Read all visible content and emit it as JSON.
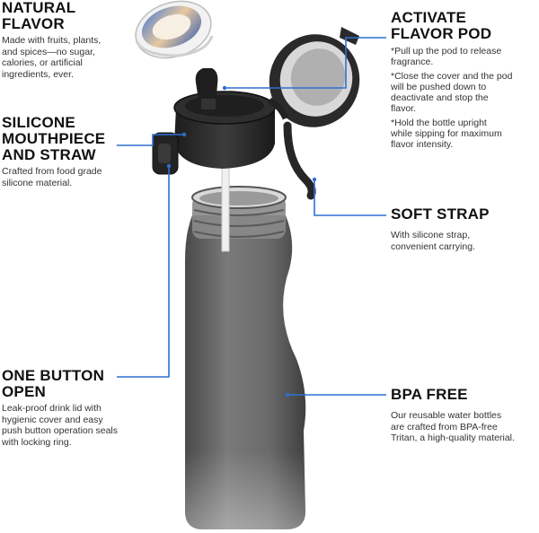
{
  "features": {
    "natural_flavor": {
      "title": "NATURAL\nFLAVOR",
      "description": "Made with fruits, plants,\nand spices—no sugar,\ncalories, or artificial\ningredients, ever."
    },
    "activate_pod": {
      "title": "ACTIVATE\nFLAVOR POD",
      "notes": [
        "*Pull up the pod to release\nfragrance.",
        "*Close the cover and the pod\nwill be pushed down to\ndeactivate and stop the\nflavor.",
        "*Hold the bottle upright\nwhile sipping for maximum\nflavor intensity."
      ]
    },
    "silicone_mouthpiece": {
      "title": "SILICONE\nMOUTHPIECE\nAND STRAW",
      "description": "Crafted from food grade\nsilicone material."
    },
    "soft_strap": {
      "title": "SOFT STRAP",
      "description": "With silicone strap,\nconvenient carrying."
    },
    "one_button": {
      "title": "ONE BUTTON\nOPEN",
      "description": "Leak-proof drink lid with\nhygienic cover and easy\npush button operation seals\nwith locking ring."
    },
    "bpa_free": {
      "title": "BPA FREE",
      "description": "Our reusable water bottles\nare crafted from BPA-free\nTritan, a high-quality material."
    }
  },
  "colors": {
    "callout_line": "#3a7bd5",
    "bottle_body": "#6e6e6e",
    "lid": "#2a2a2a",
    "heading": "#111111"
  }
}
